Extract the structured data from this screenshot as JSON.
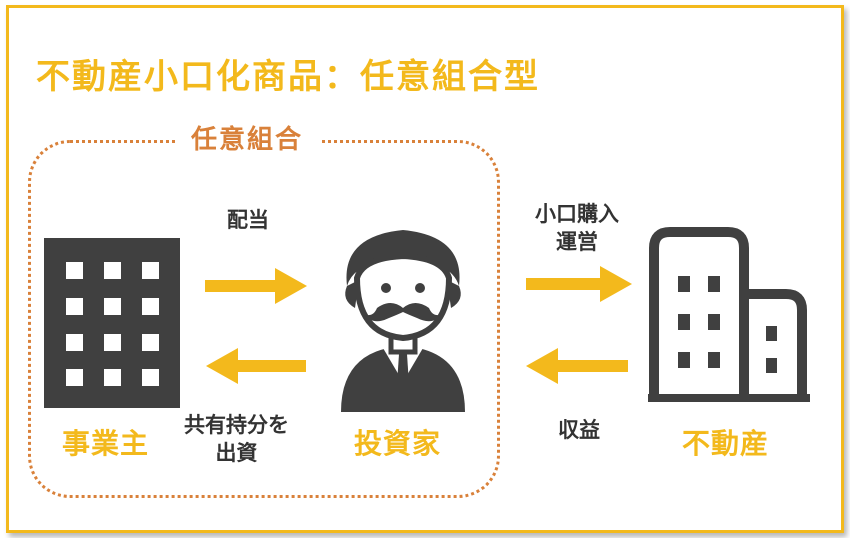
{
  "title": "不動産小口化商品：任意組合型",
  "group": {
    "label": "任意組合"
  },
  "entities": {
    "business_owner": "事業主",
    "investor": "投資家",
    "real_estate": "不動産"
  },
  "flows": {
    "dividend": "配当",
    "contribution_line1": "共有持分を",
    "contribution_line2": "出資",
    "purchase_line1": "小口購入",
    "purchase_line2": "運営",
    "revenue": "収益"
  },
  "colors": {
    "accent": "#F3B91C",
    "group_border": "#D9813A",
    "icon": "#404040",
    "text": "#333333"
  },
  "icons": [
    "building-icon",
    "investor-icon",
    "real-estate-icon"
  ]
}
